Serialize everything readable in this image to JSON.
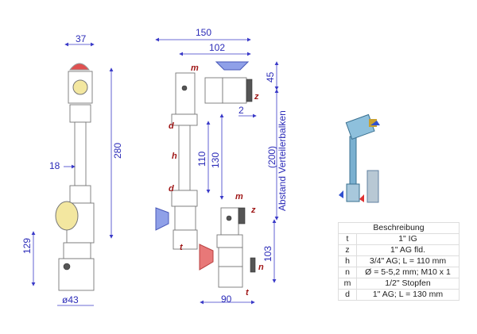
{
  "left_view": {
    "dims": {
      "width": "37",
      "height": "280",
      "pipe": "18",
      "lower": "129",
      "diameter": "ø43"
    }
  },
  "mid_view": {
    "dims": {
      "total_width": "150",
      "valve_width": "102",
      "valve_height": "45",
      "offset": "2",
      "pipe_110": "110",
      "pipe_130": "130",
      "distance": "(200)",
      "distance_label": "Abstand Verteilerbalken",
      "lower_height": "103",
      "lower_width": "90"
    },
    "labels": {
      "m1": "m",
      "z1": "z",
      "d1": "d",
      "h": "h",
      "d2": "d",
      "m2": "m",
      "t1": "t",
      "z2": "z",
      "n": "n",
      "t2": "t"
    }
  },
  "legend": {
    "header": "Beschreibung",
    "rows": [
      {
        "key": "t",
        "value": "1\" IG"
      },
      {
        "key": "z",
        "value": "1\" AG fld."
      },
      {
        "key": "h",
        "value": "3/4\" AG; L = 110 mm"
      },
      {
        "key": "n",
        "value": "Ø = 5-5,2 mm; M10 x 1"
      },
      {
        "key": "m",
        "value": "1/2\" Stopfen"
      },
      {
        "key": "d",
        "value": "1\" AG; L = 130 mm"
      }
    ]
  },
  "colors": {
    "dimension": "#2b2bb8",
    "label": "#a01818",
    "blue_handle": "#3a5fd0",
    "red_handle": "#e05050"
  }
}
